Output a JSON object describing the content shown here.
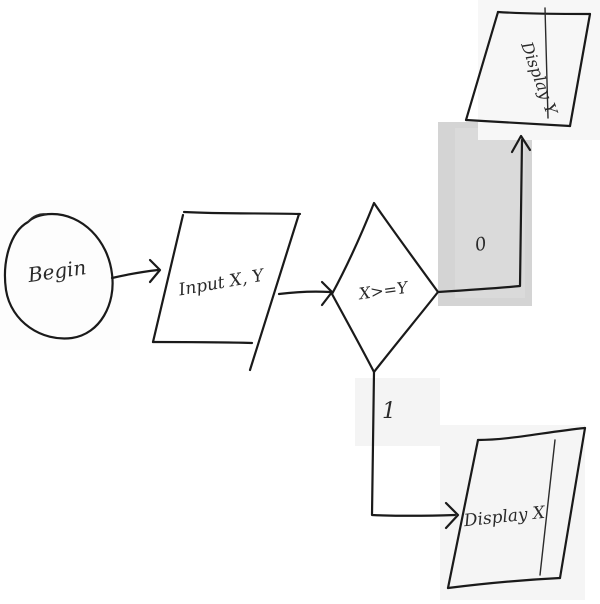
{
  "diagram": {
    "nodes": {
      "begin": {
        "label": "Begin"
      },
      "input": {
        "label": "Input X, Y"
      },
      "decision": {
        "label": "X>=Y"
      },
      "display_y": {
        "label": "Display Y"
      },
      "display_x": {
        "label": "Display X"
      }
    },
    "edges": {
      "false_label": "0",
      "true_label": "1"
    },
    "colors": {
      "ink": "#1a1a1a",
      "patch_gray": "#d4d4d4",
      "patch_light": "#f2f2f2",
      "background": "#ffffff"
    }
  }
}
